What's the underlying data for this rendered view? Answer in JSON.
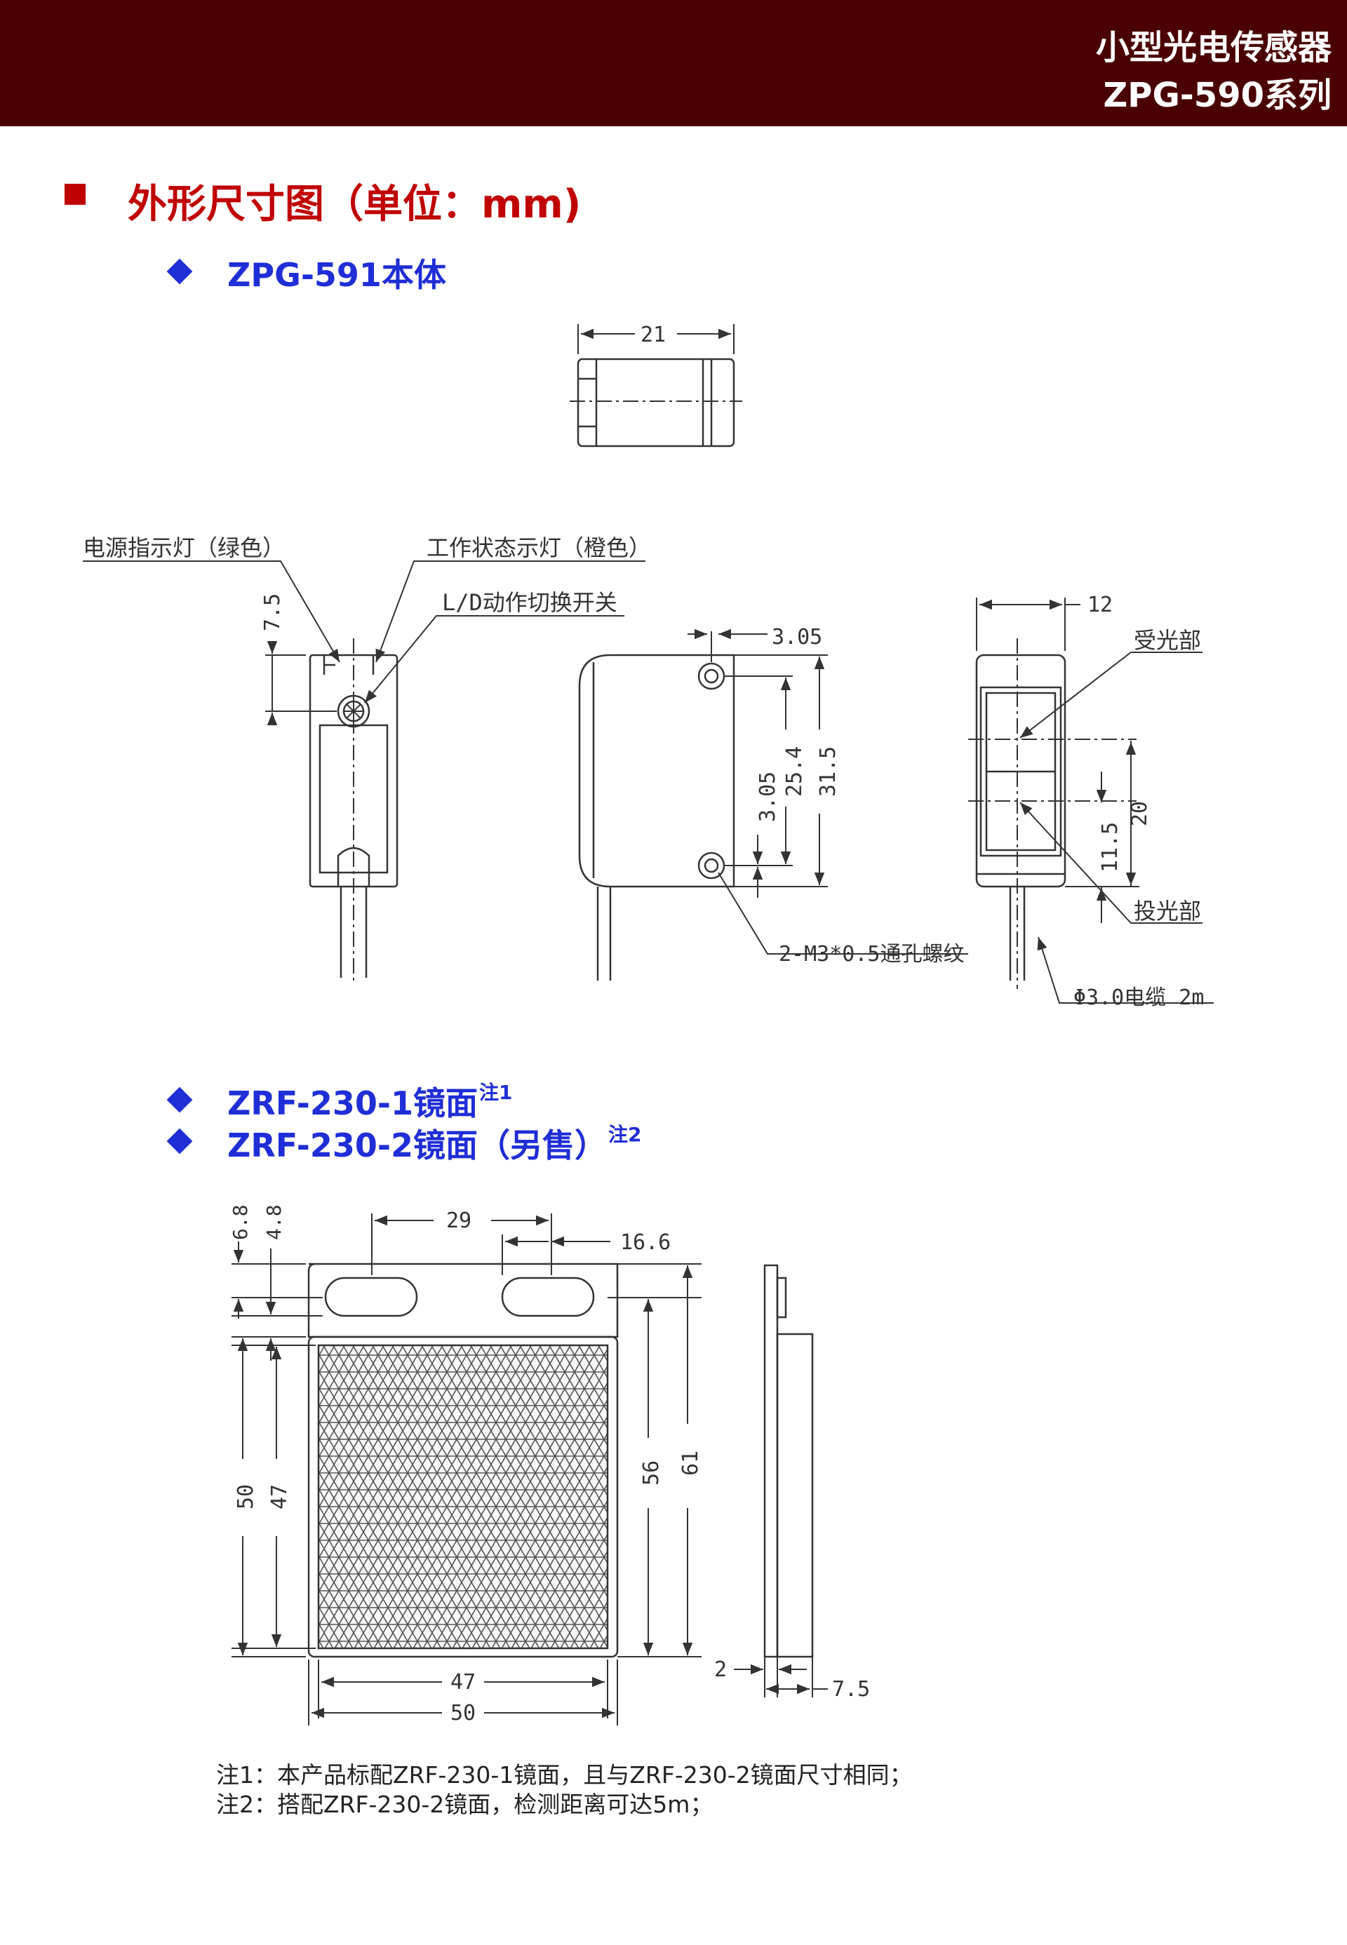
{
  "header": {
    "title": "小型光电传感器",
    "series": "ZPG-590系列"
  },
  "section": {
    "title": "外形尺寸图（单位：mm)"
  },
  "sub1": {
    "title": "ZPG-591本体"
  },
  "sub2": {
    "title": "ZRF-230-1镜面",
    "sup": "注1"
  },
  "sub3": {
    "title": "ZRF-230-2镜面（另售）",
    "sup": "注2"
  },
  "dims": {
    "top_width": "21",
    "led_power": "电源指示灯（绿色）",
    "led_status": "工作状态示灯（橙色）",
    "switch": "L/D动作切换开关",
    "dim_7_5": "7.5",
    "dim_3_05_top": "3.05",
    "dim_3_05": "3.05",
    "dim_25_4": "25.4",
    "dim_31_5": "31.5",
    "thread": "2-M3*0.5通孔螺纹",
    "dim_12": "12",
    "receiver": "受光部",
    "emitter": "投光部",
    "dim_20": "20",
    "dim_11_5": "11.5",
    "cable": "Φ3.0电缆 2m"
  },
  "mirror_dims": {
    "d6_8": "6.8",
    "d4_8": "4.8",
    "d29": "29",
    "d16_6": "16.6",
    "d50v": "50",
    "d47v": "47",
    "d56": "56",
    "d61": "61",
    "d47h": "47",
    "d50h": "50",
    "d2": "2",
    "d7_5": "7.5"
  },
  "notes": [
    "注1：本产品标配ZRF-230-1镜面，且与ZRF-230-2镜面尺寸相同；",
    "注2：搭配ZRF-230-2镜面，检测距离可达5m；"
  ]
}
